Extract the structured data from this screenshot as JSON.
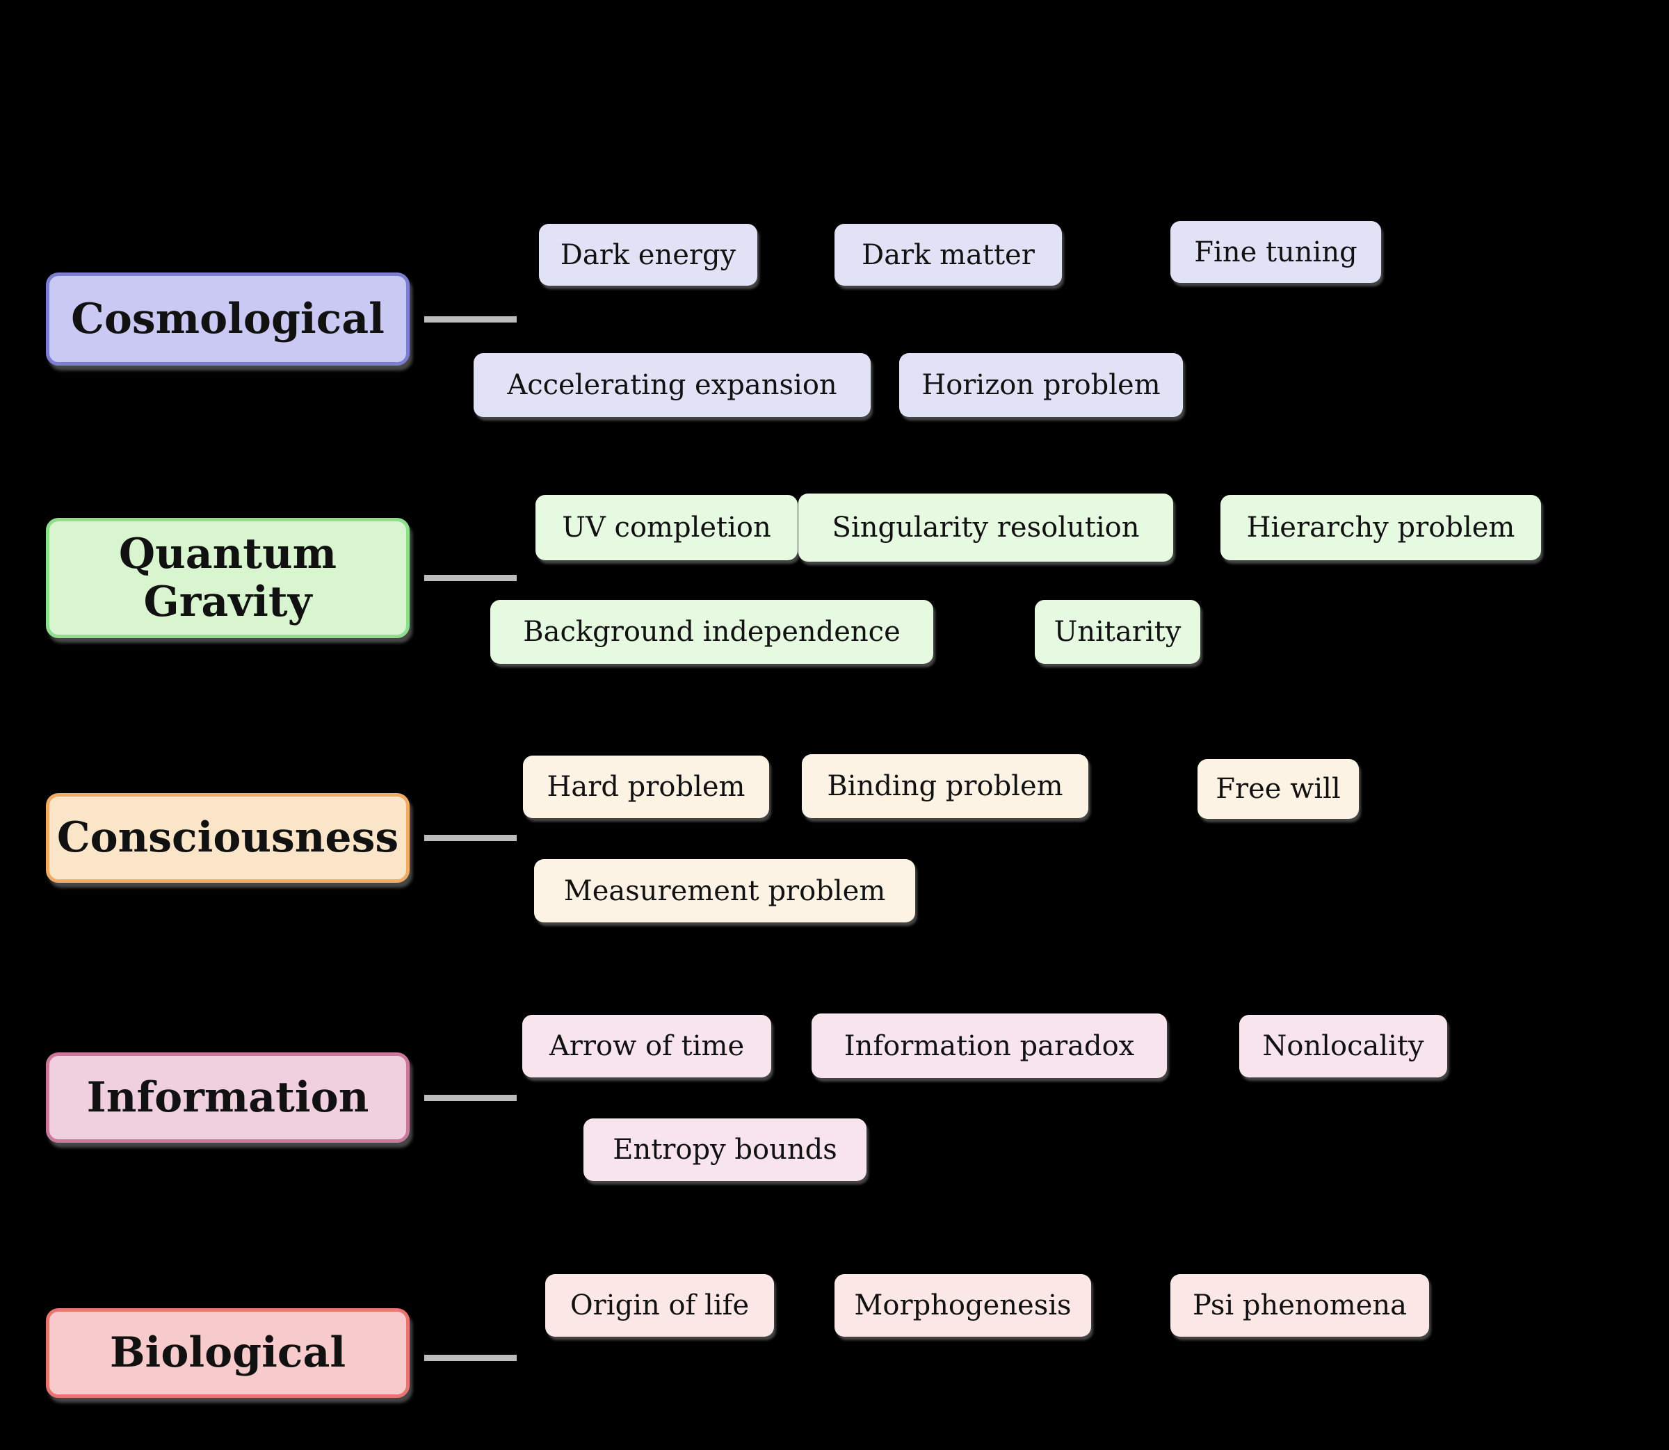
{
  "diagram": {
    "title": "",
    "background_color": "#000000",
    "connector_color": "#bcbcbc",
    "text_color": "#111111",
    "categories": [
      {
        "label": "Cosmological",
        "fill": "#c9c9f3",
        "border": "#7d7dd2",
        "child_fill": "#e2e2f6",
        "children": [
          "Dark energy",
          "Dark matter",
          "Fine tuning",
          "Accelerating expansion",
          "Horizon problem"
        ]
      },
      {
        "label": "Quantum\nGravity",
        "fill": "#d8f5d0",
        "border": "#8ede8e",
        "child_fill": "#e6f9e1",
        "children": [
          "UV completion",
          "Singularity resolution",
          "Hierarchy problem",
          "Background independence",
          "Unitarity"
        ]
      },
      {
        "label": "Consciousness",
        "fill": "#fae5c9",
        "border": "#f0ac62",
        "child_fill": "#fdf3e5",
        "children": [
          "Hard problem",
          "Binding problem",
          "Free will",
          "Measurement problem"
        ]
      },
      {
        "label": "Information",
        "fill": "#f0d0de",
        "border": "#c97a9a",
        "child_fill": "#f7e4ec",
        "children": [
          "Arrow of time",
          "Information paradox",
          "Nonlocality",
          "Entropy bounds"
        ]
      },
      {
        "label": "Biological",
        "fill": "#f7cbcb",
        "border": "#e8756f",
        "child_fill": "#fbe8e6",
        "children": [
          "Origin of life",
          "Morphogenesis",
          "Psi phenomena"
        ]
      }
    ]
  }
}
